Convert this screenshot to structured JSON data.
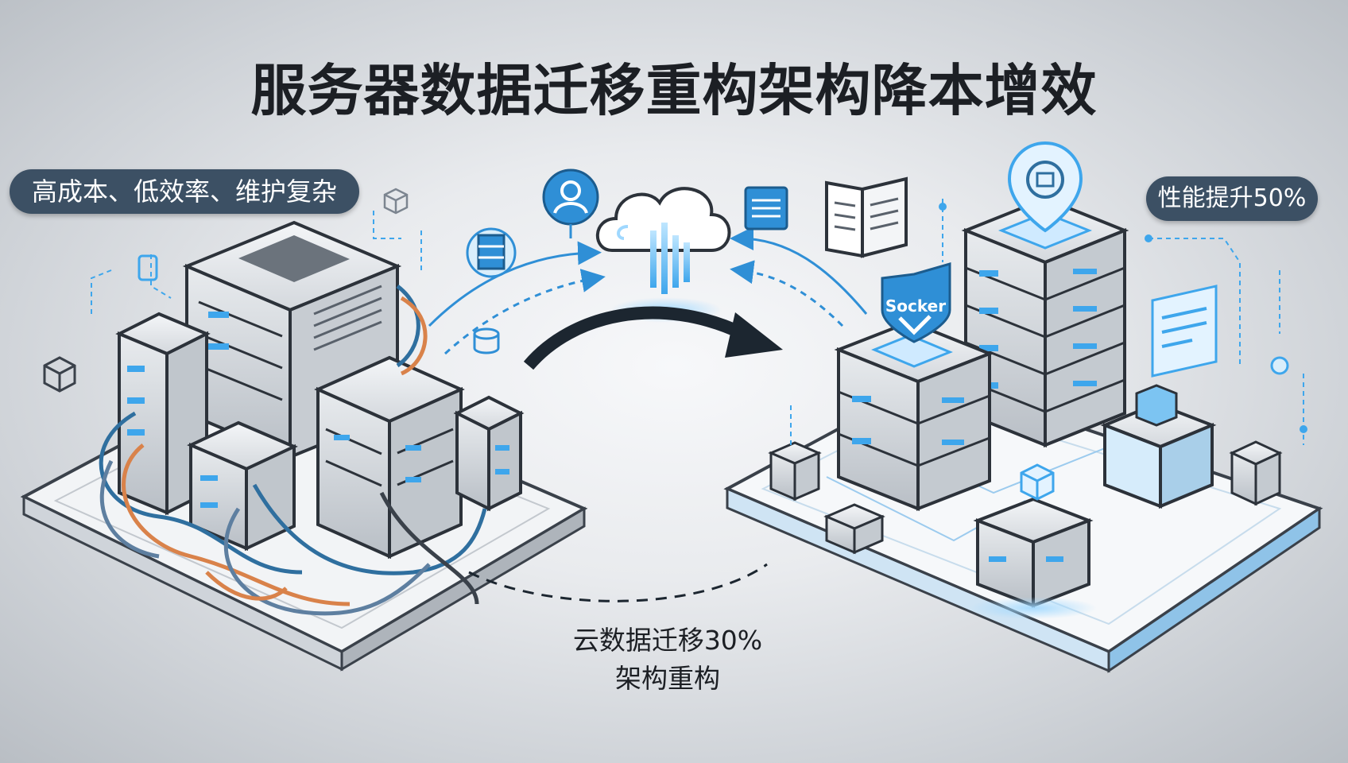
{
  "title": "服务器数据迁移重构架构降本增效",
  "left_label": "高成本、低效率、维护复杂",
  "right_label": "性能提升50%",
  "migration_caption": {
    "line1": "云数据迁移30%",
    "line2": "架构重构"
  },
  "shield_label": "Socker",
  "colors": {
    "title": "#1c1f24",
    "pill_bg": "#3c5064",
    "accent_blue": "#2f8fd6",
    "server_body": "#e6e9ed",
    "server_dark": "#3a414a",
    "cable_orange": "#d9824a"
  },
  "icons": [
    "user-icon",
    "cloud-icon",
    "database-icon",
    "document-icon",
    "folder-icon",
    "shield-icon",
    "cube-icon",
    "chart-panel-icon"
  ]
}
